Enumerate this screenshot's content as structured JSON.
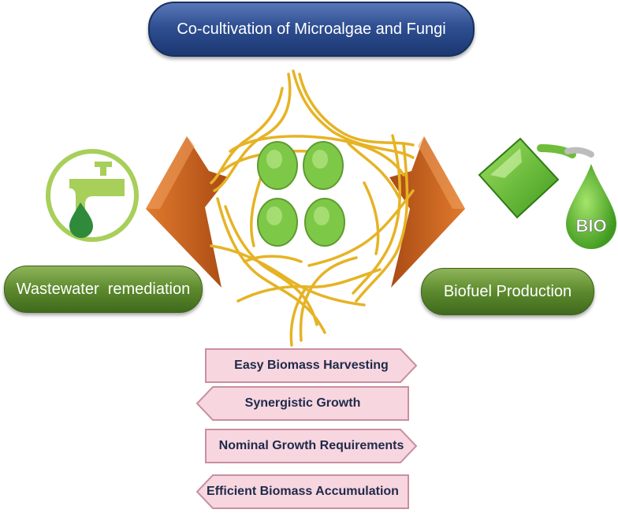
{
  "title": "Co-cultivation of Microalgae and Fungi",
  "left_label": "Wastewater  remediation",
  "right_label": "Biofuel Production",
  "bio_text": "BIO",
  "features": [
    "Easy Biomass Harvesting",
    "Synergistic Growth",
    "Nominal Growth Requirements",
    "Efficient Biomass Accumulation"
  ],
  "colors": {
    "title_pill": "#2f4f92",
    "green_pill": "#5d8a2e",
    "chevron": "#c8651f",
    "hyphae": "#e6b325",
    "algae": "#8fd14f",
    "feature_fill": "#f7d6df",
    "water_icon": "#2f8a3a"
  },
  "icons": [
    "water-tap-icon",
    "biofuel-canister-icon",
    "chevron-left-icon",
    "chevron-right-icon"
  ]
}
